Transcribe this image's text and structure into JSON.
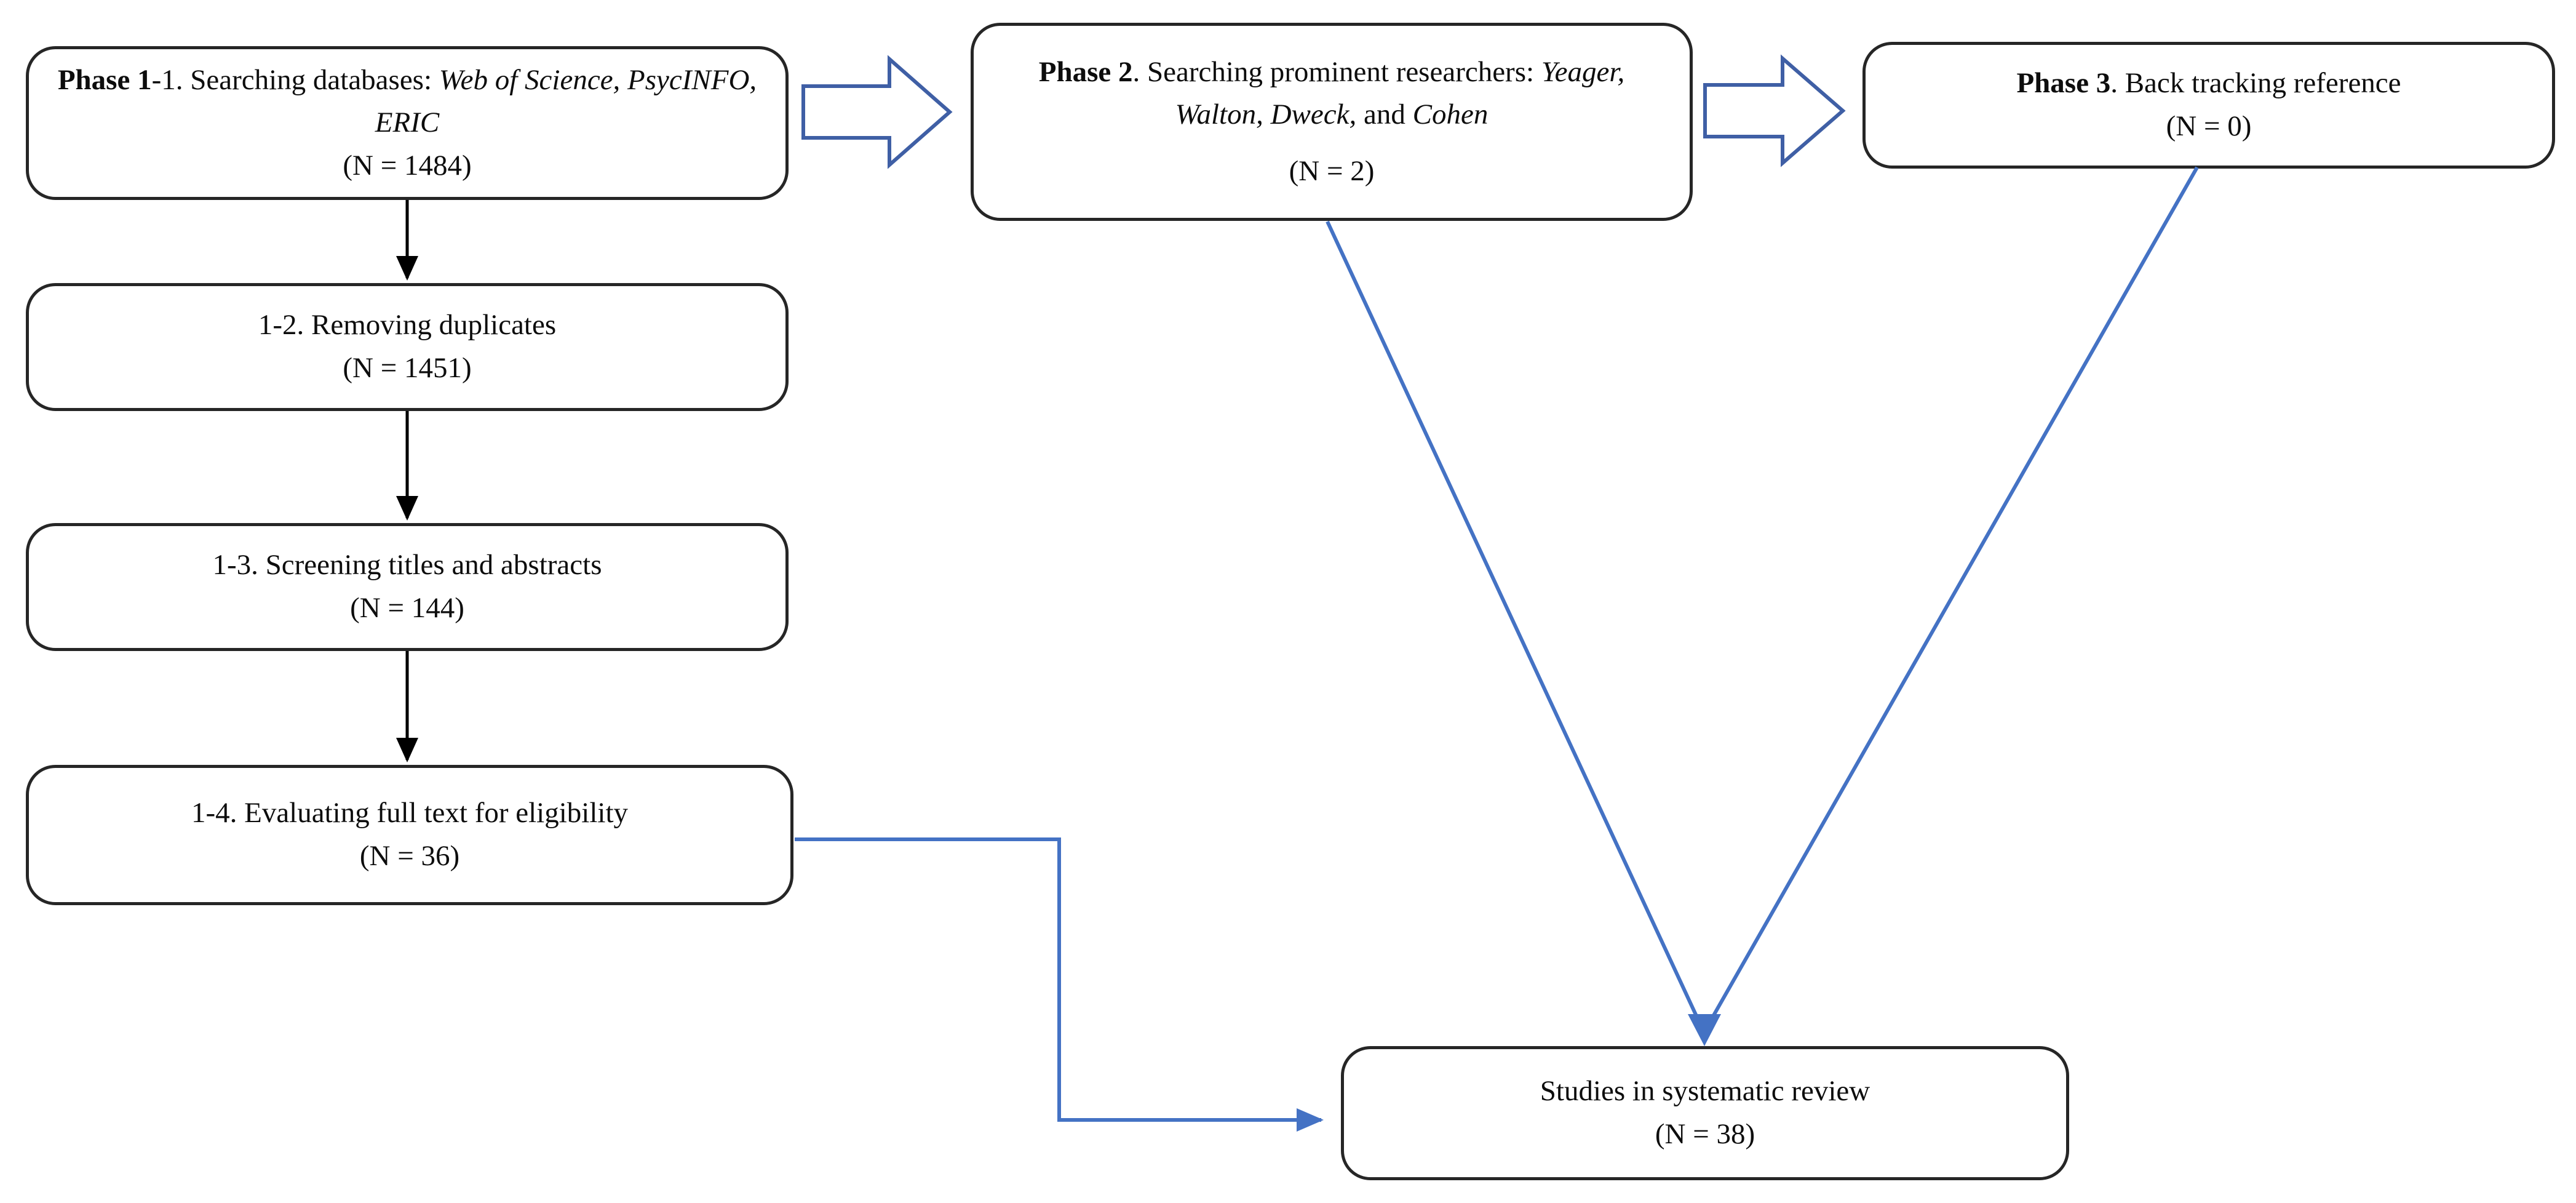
{
  "figure": {
    "type": "flowchart",
    "background": "#ffffff",
    "box_border_color": "#262626",
    "connector_black": "#000000",
    "connector_blue": "#4472C4",
    "block_arrow_outline": "#3f5fa5"
  },
  "boxes": {
    "phase1_1": {
      "label_bold": "Phase 1",
      "label_rest": "-1. Searching databases: ",
      "label_italic": "Web of Science, PsycINFO, ERIC",
      "count": "(N = 1484)"
    },
    "step1_2": {
      "label": "1-2. Removing duplicates",
      "count": "(N = 1451)"
    },
    "step1_3": {
      "label": "1-3. Screening titles and abstracts",
      "count": "(N = 144)"
    },
    "step1_4": {
      "label": "1-4. Evaluating full text for eligibility",
      "count": "(N = 36)"
    },
    "phase2": {
      "label_bold": "Phase 2",
      "label_rest": ". Searching prominent researchers: ",
      "label_italic1": "Yeager, Walton, Dweck,",
      "label_mid": " and ",
      "label_italic2": "Cohen",
      "count": "(N = 2)"
    },
    "phase3": {
      "label_bold": "Phase 3",
      "label_rest": ". Back tracking reference",
      "count": "(N = 0)"
    },
    "result": {
      "label": "Studies in systematic review",
      "count": "(N = 38)"
    }
  }
}
